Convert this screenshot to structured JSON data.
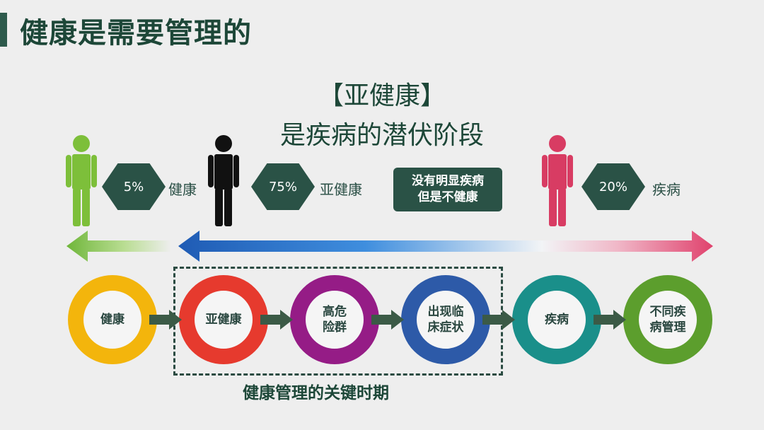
{
  "title": "健康是需要管理的",
  "subtitle": {
    "line1": "【亚健康】",
    "line2": "是疾病的潜伏阶段"
  },
  "groups": [
    {
      "percent": "5%",
      "label": "健康",
      "color": "#7dbf3a"
    },
    {
      "percent": "75%",
      "label": "亚健康",
      "color": "#111111"
    },
    {
      "percent": "20%",
      "label": "疾病",
      "color": "#d83c63"
    }
  ],
  "note": {
    "line1": "没有明显疾病",
    "line2": "但是不健康"
  },
  "stages": [
    {
      "label": "健康",
      "color": "#f3b50c"
    },
    {
      "label": "亚健康",
      "color": "#e63a2e"
    },
    {
      "label": "高危险群",
      "line1": "高危",
      "line2": "险群",
      "color": "#951c86"
    },
    {
      "label": "出现临床症状",
      "line1": "出现临",
      "line2": "床症状",
      "color": "#2d5aa8"
    },
    {
      "label": "疾病",
      "color": "#1a8f8a"
    },
    {
      "label": "不同疾病管理",
      "line1": "不同疾",
      "line2": "病管理",
      "color": "#5c9e2d"
    }
  ],
  "caption": "健康管理的关键时期"
}
